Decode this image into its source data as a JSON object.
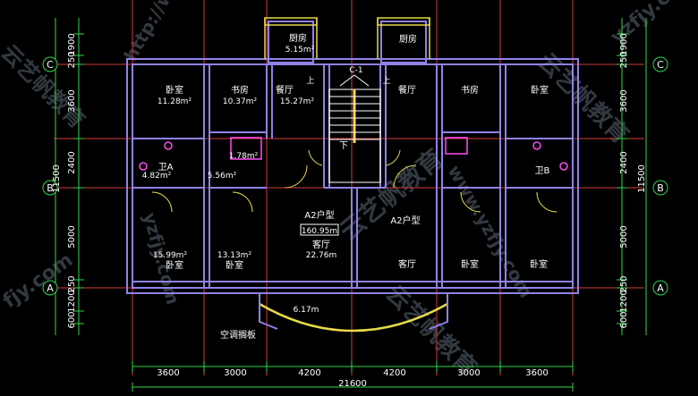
{
  "plan": {
    "unit_type_label": "A2户型",
    "unit_area": "160.95m",
    "rooms": {
      "kitchen_left": {
        "name": "厨房",
        "area": "5.15m²"
      },
      "kitchen_right": {
        "name": "厨房"
      },
      "bed_tl": {
        "name": "卧室",
        "area": "11.28m²"
      },
      "study_l": {
        "name": "书房",
        "area": "10.37m²"
      },
      "dining_l": {
        "name": "餐厅",
        "area": "15.27m²"
      },
      "dining_r": {
        "name": "餐厅"
      },
      "study_r": {
        "name": "书房"
      },
      "bed_tr": {
        "name": "卧室"
      },
      "bath_a": {
        "name": "卫A",
        "area": "4.82m²"
      },
      "bath_small": {
        "area": "1.78m²"
      },
      "hall_small": {
        "area": "5.56m²"
      },
      "bath_b": {
        "name": "卫B"
      },
      "bed_bl": {
        "name": "卧室",
        "area": "15.99m²"
      },
      "bed_bl2": {
        "name": "卧室",
        "area": "13.13m²"
      },
      "living_l": {
        "name": "客厅",
        "area": "22.76m"
      },
      "living_r": {
        "name": "客厅"
      },
      "bed_br2": {
        "name": "卧室"
      },
      "bed_br": {
        "name": "卧室"
      },
      "balcony": {
        "area": "6.17m"
      }
    },
    "stair": {
      "up": "上",
      "down": "下",
      "window": "C-1"
    },
    "ac_board": "空调搁板"
  },
  "axes": {
    "rows": [
      "C",
      "B",
      "A"
    ]
  },
  "dimensions": {
    "vertical_left": [
      "1900",
      "250",
      "3600",
      "2400",
      "5000",
      "250",
      "1200",
      "600"
    ],
    "vertical_right": [
      "1900",
      "250",
      "3600",
      "2400",
      "5000",
      "250",
      "1200",
      "600"
    ],
    "vertical_total": "11500",
    "horizontal": [
      "3600",
      "3000",
      "4200",
      "4200",
      "3000",
      "3600"
    ],
    "horizontal_total": "21600"
  },
  "watermarks": [
    "yzfjy.com",
    "云艺帆教育",
    "http://www.yzfjy.com",
    "云艺帆教育",
    "www.yzfjy.com",
    "云艺帆教育",
    "yzfjy.com",
    "云艺帆教育",
    "fjy.com"
  ],
  "colors": {
    "wall": "#8f83e6",
    "axis": "#d33b3b",
    "dim": "#2fd84a",
    "balcony": "#e6d94a",
    "fixture": "#ff4df2"
  }
}
